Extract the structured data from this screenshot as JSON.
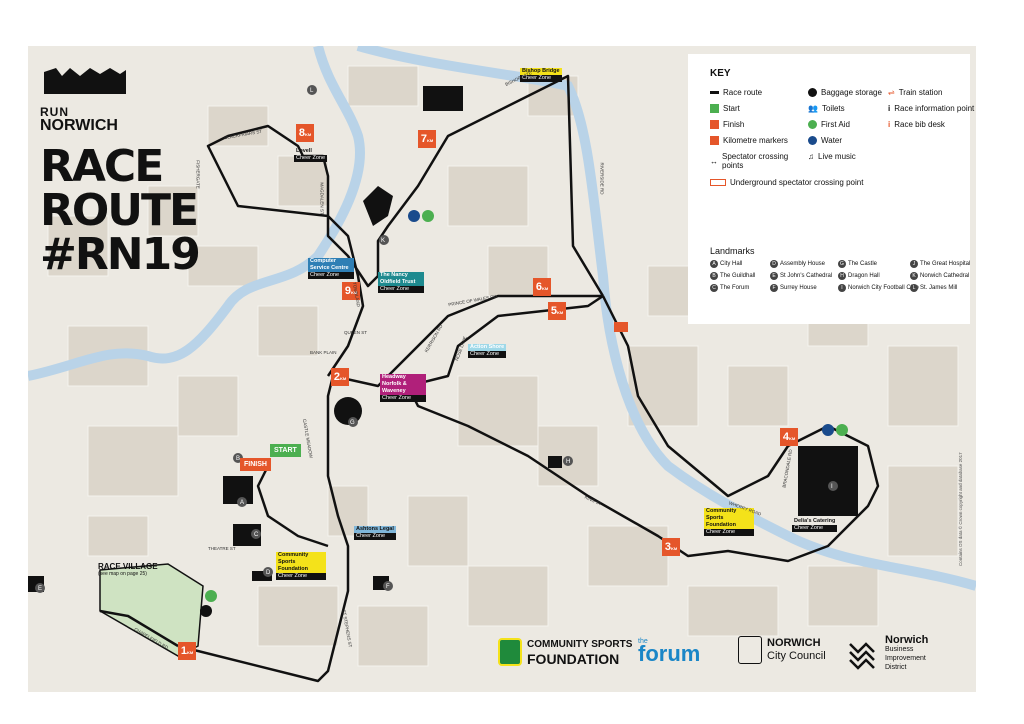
{
  "brand": {
    "line1": "RUN",
    "line2": "NORWICH"
  },
  "title": {
    "line1": "RACE",
    "line2": "ROUTE",
    "line3": "#RN19"
  },
  "key": {
    "heading": "KEY",
    "items": [
      {
        "label": "Race route",
        "icon": "race-route-line"
      },
      {
        "label": "Start",
        "icon": "start-flag"
      },
      {
        "label": "Finish",
        "icon": "finish-flag"
      },
      {
        "label": "Kilometre markers",
        "icon": "km-marker"
      },
      {
        "label": "Spectator crossing points",
        "icon": "crossing-arrow"
      },
      {
        "label": "Underground spectator crossing point",
        "icon": "underground-crossing"
      },
      {
        "label": "Baggage storage",
        "icon": "baggage-icon"
      },
      {
        "label": "Toilets",
        "icon": "toilets-icon"
      },
      {
        "label": "First Aid",
        "icon": "first-aid-icon"
      },
      {
        "label": "Water",
        "icon": "water-icon"
      },
      {
        "label": "Live music",
        "icon": "music-icon"
      },
      {
        "label": "Train station",
        "icon": "train-icon"
      },
      {
        "label": "Race information point",
        "icon": "info-icon"
      },
      {
        "label": "Race bib desk",
        "icon": "bib-desk-icon"
      }
    ],
    "landmarks_title": "Landmarks",
    "landmarks": [
      {
        "id": "A",
        "name": "City Hall"
      },
      {
        "id": "B",
        "name": "The Guildhall"
      },
      {
        "id": "C",
        "name": "The Forum"
      },
      {
        "id": "D",
        "name": "Assembly House"
      },
      {
        "id": "E",
        "name": "St John's Cathedral"
      },
      {
        "id": "F",
        "name": "Surrey House"
      },
      {
        "id": "G",
        "name": "The Castle"
      },
      {
        "id": "H",
        "name": "Dragon Hall"
      },
      {
        "id": "I",
        "name": "Norwich City Football Club"
      },
      {
        "id": "J",
        "name": "The Great Hospital"
      },
      {
        "id": "K",
        "name": "Norwich Cathedral"
      },
      {
        "id": "L",
        "name": "St. James Mill"
      }
    ]
  },
  "markers": {
    "start": "START",
    "finish": "FINISH",
    "km_unit": "KM",
    "km": [
      "1",
      "2",
      "3",
      "4",
      "5",
      "6",
      "7",
      "8",
      "9"
    ]
  },
  "cheer_zones": [
    {
      "name": "Lovell",
      "sub": "Cheer Zone",
      "color": "#ffffff"
    },
    {
      "name": "Computer Service Centre",
      "sub": "Cheer Zone",
      "color": "#2f7fb5"
    },
    {
      "name": "The Nancy Oldfield Trust",
      "sub": "Cheer Zone",
      "color": "#1e8a8f"
    },
    {
      "name": "Action Shore",
      "sub": "Cheer Zone",
      "color": "#9ed8e8"
    },
    {
      "name": "Headway Norfolk & Waveney",
      "sub": "Cheer Zone",
      "color": "#b0207a"
    },
    {
      "name": "Community Sports Foundation",
      "sub": "Cheer Zone",
      "color": "#f4e21a"
    },
    {
      "name": "Ashtons Legal",
      "sub": "Cheer Zone",
      "color": "#7fb6d9"
    },
    {
      "name": "Community Sports Foundation",
      "sub": "Cheer Zone",
      "color": "#f4e21a"
    },
    {
      "name": "Delia's Catering",
      "sub": "Cheer Zone",
      "color": "#ffffff"
    },
    {
      "name": "Bishop Bridge",
      "sub": "Cheer Zone",
      "color": "#f4e21a"
    }
  ],
  "streets": [
    "BISHOPGATE",
    "RIVERSIDE RD",
    "PRINCE OF WALES RD",
    "KING ST",
    "KERRISON RD",
    "BRACONDALE RD",
    "ST STEPHENS ST",
    "CHAPELFIELD RD",
    "THEATRE ST",
    "BANK PLAIN",
    "QUEEN ST",
    "TOMBLAND",
    "CASTLE MEADOW",
    "MAGDALEN ST",
    "BLACKFRIARS ST",
    "FISHERGATE",
    "ROSE LANE",
    "WHERRY ROAD"
  ],
  "race_village": {
    "title": "RACE VILLAGE",
    "sub": "(see map on page 25)"
  },
  "sponsors": {
    "csf_line1": "COMMUNITY SPORTS",
    "csf_line2": "FOUNDATION",
    "forum_small": "the",
    "forum": "forum",
    "ncc_line1": "NORWICH",
    "ncc_line2": "City Council",
    "bid_line1": "Norwich",
    "bid_line2": "Business",
    "bid_line3": "Improvement",
    "bid_line4": "District"
  },
  "copyright": "Contains OS data © Crown copyright and database 2017",
  "colors": {
    "route": "#111111",
    "river": "#b9d3e8",
    "km": "#e5562a",
    "start": "#4caf50",
    "finish": "#e5562a",
    "background": "#ece9e2",
    "village": "#cfe3c2"
  }
}
